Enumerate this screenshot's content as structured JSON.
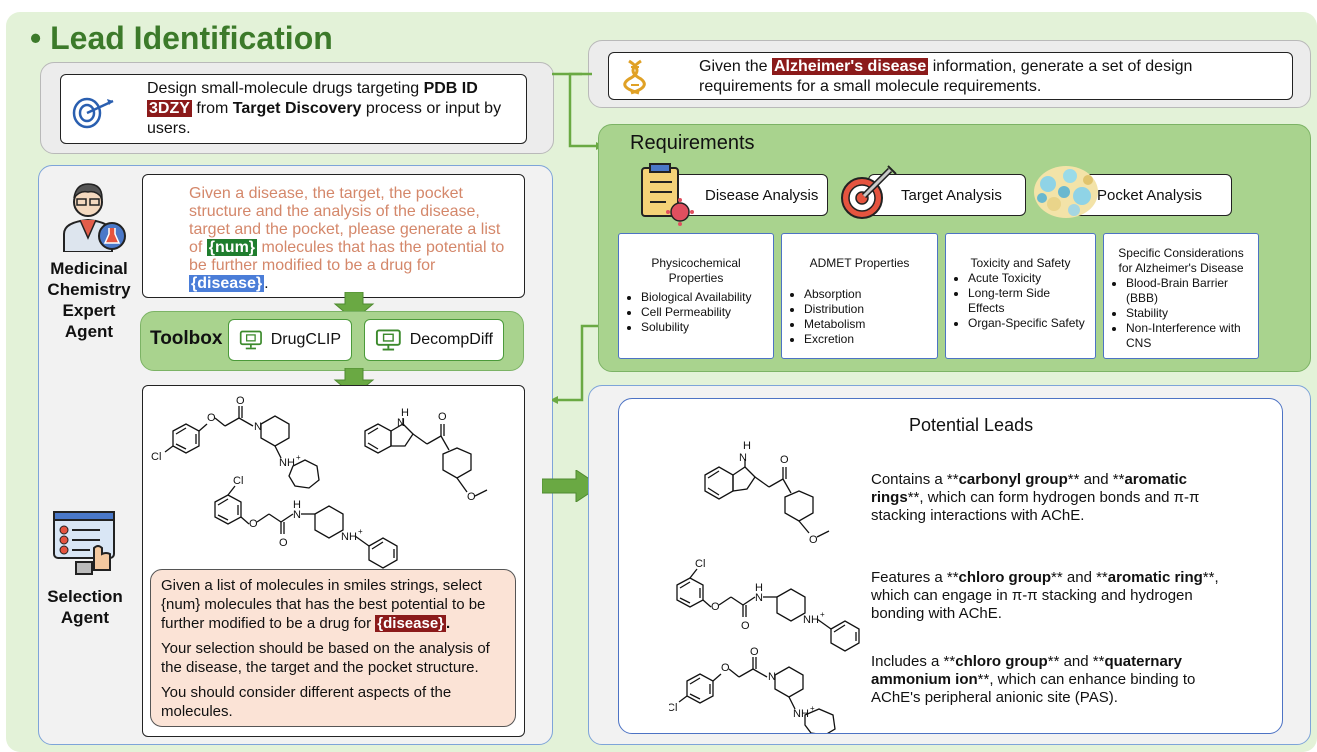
{
  "title": "Lead Identification",
  "design_box": {
    "pre": "Design small-molecule drugs targeting ",
    "pdb_bold": "PDB ID",
    "pdb_id": "3DZY",
    "mid": " from ",
    "target_bold": "Target Discovery",
    "post": " process or input by users."
  },
  "med_agent": {
    "line1": "Medicinal",
    "line2": "Chemistry",
    "line3": "Expert",
    "line4": "Agent"
  },
  "med_prompt": {
    "text1": "Given a disease, the target, the pocket structure and the analysis of the disease, target and the pocket, please generate a list of ",
    "num": "{num}",
    "text2": " molecules that has the potential to be further modified to be a drug for ",
    "disease": "{disease}",
    "text3": "."
  },
  "toolbox": {
    "label": "Toolbox",
    "tool1": "DrugCLIP",
    "tool2": "DecompDiff"
  },
  "selection_agent": {
    "line1": "Selection",
    "line2": "Agent"
  },
  "selection_prompt": {
    "p1_text": "Given a list of molecules in smiles strings, select {num} molecules that has the best potential to be further modified to be a drug for ",
    "p1_disease": "{disease}",
    "p1_end": ".",
    "p2": "Your selection should be based on the analysis of the disease, the target and the pocket structure.",
    "p3": "You should consider different aspects of the molecules."
  },
  "given_box": {
    "pre": "Given the ",
    "disease": "Alzheimer's disease",
    "post": " information, generate a set of design requirements for a small molecule requirements."
  },
  "requirements": {
    "title": "Requirements",
    "analyses": [
      "Disease Analysis",
      "Target Analysis",
      "Pocket Analysis"
    ],
    "cards": [
      {
        "title": "Physicochemical Properties",
        "items": [
          "Biological Availability",
          "Cell Permeability",
          "Solubility"
        ]
      },
      {
        "title": "ADMET Properties",
        "items": [
          "Absorption",
          "Distribution",
          "Metabolism",
          "Excretion"
        ]
      },
      {
        "title": "Toxicity and Safety",
        "items": [
          "Acute Toxicity",
          "Long-term Side Effects",
          "Organ-Specific Safety"
        ]
      },
      {
        "title": "Specific Considerations for Alzheimer's Disease",
        "items": [
          "Blood-Brain Barrier (BBB)",
          "Stability",
          "Non-Interference with CNS"
        ]
      }
    ]
  },
  "leads": {
    "title": "Potential Leads",
    "items": [
      {
        "t1": "Contains a **",
        "b1": "carbonyl group",
        "t2": "** and **",
        "b2": "aromatic rings",
        "t3": "**, which can form hydrogen bonds and π-π stacking interactions with AChE."
      },
      {
        "t1": "Features a **",
        "b1": "chloro group",
        "t2": "** and **",
        "b2": "aromatic ring",
        "t3": "**, which can engage in π-π stacking and hydrogen bonding with AChE."
      },
      {
        "t1": "Includes a **",
        "b1": "chloro group",
        "t2": "** and **",
        "b2": "quaternary ammonium ion",
        "t3": "**, which can enhance binding to AChE's peripheral anionic site (PAS)."
      }
    ]
  },
  "atoms": {
    "O": "O",
    "N": "N",
    "H": "H",
    "Cl": "Cl",
    "NHplus": "NH",
    "plus": "+"
  },
  "colors": {
    "title_green": "#3c7a2a",
    "prompt_orange": "#d4876a",
    "highlight_red": "#8b1a1a",
    "highlight_green": "#1f7d2e",
    "highlight_blue": "#4a7dd8"
  }
}
